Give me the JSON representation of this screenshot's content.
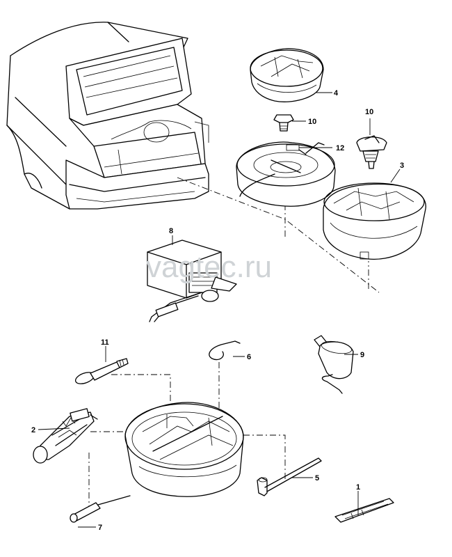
{
  "watermark": "vagtec.ru",
  "callouts": {
    "part_1": "1",
    "part_2": "2",
    "part_3": "3",
    "part_4": "4",
    "part_5": "5",
    "part_6": "6",
    "part_7": "7",
    "part_8": "8",
    "part_9": "9",
    "part_10a": "10",
    "part_10b": "10",
    "part_11": "11",
    "part_12": "12"
  }
}
